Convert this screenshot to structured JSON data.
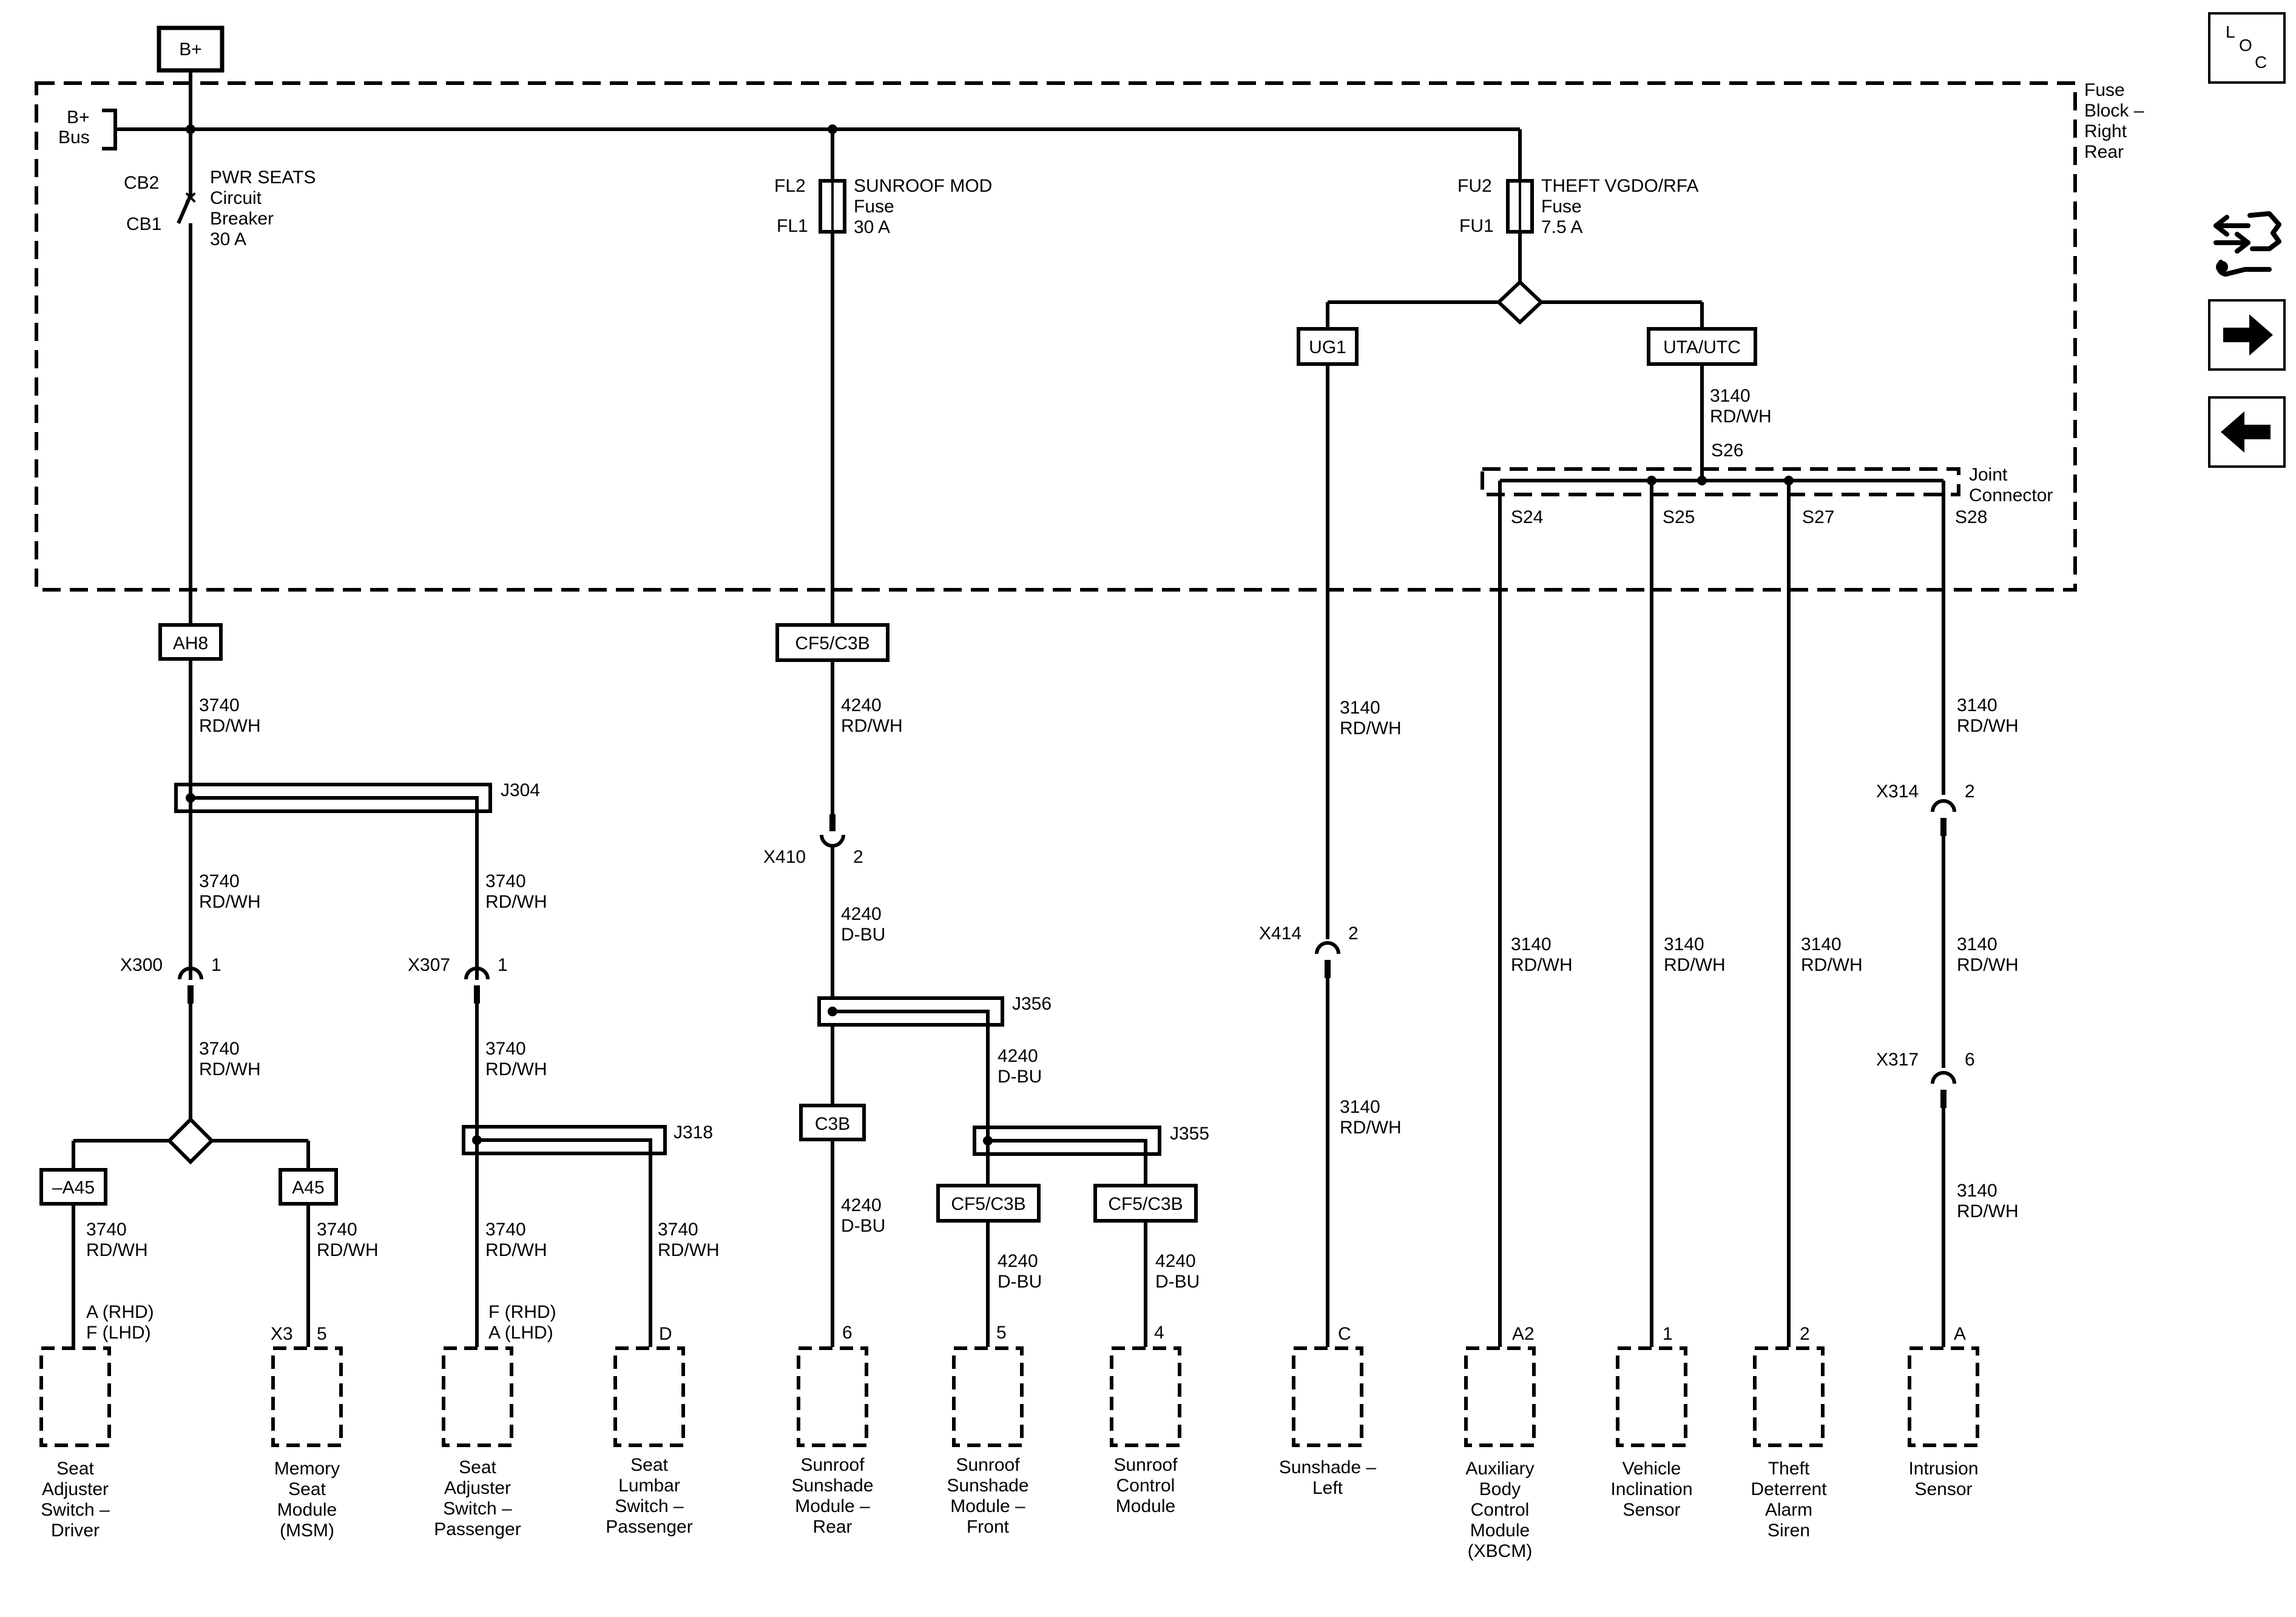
{
  "power": {
    "b_plus": "B+"
  },
  "bus": {
    "label_line1": "B+",
    "label_line2": "Bus"
  },
  "fuse_block": {
    "line1": "Fuse",
    "line2": "Block –",
    "line3": "Right",
    "line4": "Rear"
  },
  "loc_icon": {
    "l": "L",
    "o": "O",
    "c": "C"
  },
  "nav": {
    "connector_icon": "connector-tools-icon",
    "next_icon": "arrow-right-icon",
    "prev_icon": "arrow-left-icon"
  },
  "cb": {
    "pin_top": "CB2",
    "pin_bottom": "CB1",
    "line1": "PWR SEATS",
    "line2": "Circuit",
    "line3": "Breaker",
    "line4": "30 A"
  },
  "fl": {
    "pin_top": "FL2",
    "pin_bottom": "FL1",
    "line1": "SUNROOF MOD",
    "line2": "Fuse",
    "line3": "30 A"
  },
  "fu": {
    "pin_top": "FU2",
    "pin_bottom": "FU1",
    "line1": "THEFT VGDO/RFA",
    "line2": "Fuse",
    "line3": "7.5 A"
  },
  "options": {
    "ug1": "UG1",
    "uta_utc": "UTA/UTC",
    "ah8": "AH8",
    "cf5_c3b_top": "CF5/C3B",
    "neg_a45": "–A45",
    "a45": "A45",
    "c3b": "C3B",
    "cf5_c3b_front": "CF5/C3B",
    "cf5_c3b_control": "CF5/C3B"
  },
  "joint": {
    "s26": "S26",
    "label1": "Joint",
    "label2": "Connector",
    "s24": "S24",
    "s25": "S25",
    "s27": "S27",
    "s28": "S28"
  },
  "splices": {
    "j304": "J304",
    "j318": "J318",
    "j356": "J356",
    "j355": "J355"
  },
  "connectors": {
    "x300": "X300",
    "x300_pin": "1",
    "x307": "X307",
    "x307_pin": "1",
    "x410": "X410",
    "x410_pin": "2",
    "x414": "X414",
    "x414_pin": "2",
    "x314": "X314",
    "x314_pin": "2",
    "x317": "X317",
    "x317_pin": "6"
  },
  "wires": {
    "w1_n": "3740",
    "w1_c": "RD/WH",
    "w2_n": "3740",
    "w2_c": "RD/WH",
    "w3_n": "3740",
    "w3_c": "RD/WH",
    "w4_n": "3740",
    "w4_c": "RD/WH",
    "w5_n": "3740",
    "w5_c": "RD/WH",
    "w6_n": "3740",
    "w6_c": "RD/WH",
    "w7_n": "3740",
    "w7_c": "RD/WH",
    "w8_n": "3740",
    "w8_c": "RD/WH",
    "w9_n": "3740",
    "w9_c": "RD/WH",
    "w10_n": "4240",
    "w10_c": "RD/WH",
    "w11_n": "4240",
    "w11_c": "D-BU",
    "w12_n": "4240",
    "w12_c": "D-BU",
    "w13_n": "4240",
    "w13_c": "D-BU",
    "w14_n": "4240",
    "w14_c": "D-BU",
    "w15_n": "4240",
    "w15_c": "D-BU",
    "w16_n": "3140",
    "w16_c": "RD/WH",
    "w17_n": "3140",
    "w17_c": "RD/WH",
    "w18_n": "3140",
    "w18_c": "RD/WH",
    "w19_n": "3140",
    "w19_c": "RD/WH",
    "w20_n": "3140",
    "w20_c": "RD/WH",
    "w21_n": "3140",
    "w21_c": "RD/WH",
    "w22_n": "3140",
    "w22_c": "RD/WH",
    "w23_n": "3140",
    "w23_c": "RD/WH",
    "w24_n": "3140",
    "w24_c": "RD/WH"
  },
  "pins": {
    "driver_line1": "A (RHD)",
    "driver_line2": "F (LHD)",
    "msm_conn": "X3",
    "msm_pin": "5",
    "pass_line1": "F (RHD)",
    "pass_line2": "A (LHD)",
    "lumbar": "D",
    "ss_rear": "6",
    "ss_front": "5",
    "control": "4",
    "ss_left": "C",
    "xbcm": "A2",
    "incl": "1",
    "siren": "2",
    "intrusion": "A"
  },
  "components": {
    "seat_driver": [
      "Seat",
      "Adjuster",
      "Switch –",
      "Driver"
    ],
    "msm": [
      "Memory",
      "Seat",
      "Module",
      "(MSM)"
    ],
    "seat_pass": [
      "Seat",
      "Adjuster",
      "Switch –",
      "Passenger"
    ],
    "lumbar": [
      "Seat",
      "Lumbar",
      "Switch –",
      "Passenger"
    ],
    "ss_rear": [
      "Sunroof",
      "Sunshade",
      "Module –",
      "Rear"
    ],
    "ss_front": [
      "Sunroof",
      "Sunshade",
      "Module –",
      "Front"
    ],
    "control": [
      "Sunroof",
      "Control",
      "Module"
    ],
    "ss_left": [
      "Sunshade –",
      "Left"
    ],
    "xbcm": [
      "Auxiliary",
      "Body",
      "Control",
      "Module",
      "(XBCM)"
    ],
    "incl": [
      "Vehicle",
      "Inclination",
      "Sensor"
    ],
    "siren": [
      "Theft",
      "Deterrent",
      "Alarm",
      "Siren"
    ],
    "intrusion": [
      "Intrusion",
      "Sensor"
    ]
  }
}
